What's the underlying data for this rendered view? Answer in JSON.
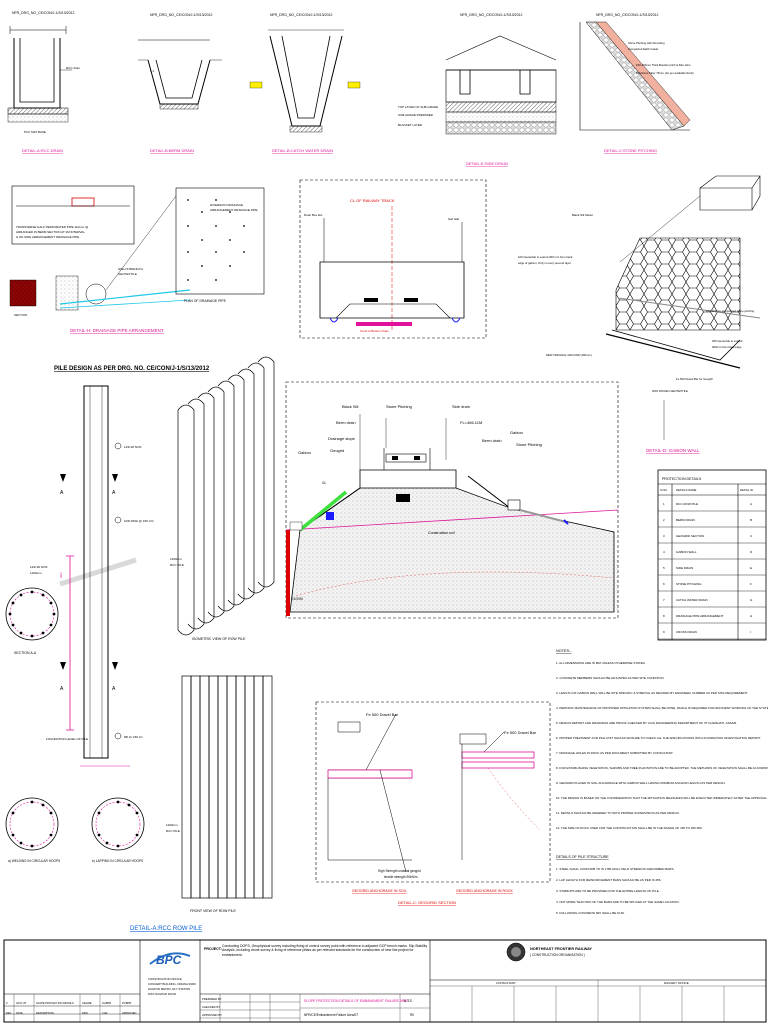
{
  "drawing": {
    "titles": {
      "rcc_drain": "DETAIL-A:RCC DRAIN",
      "catch_water_drain": "DETAIL-B:CATCH WATER DRAIN",
      "stone_pitching": "DETAIL-C:STONE PITCHING",
      "drainage_pipe": "DETAIL-H: DRAINAGE PIPE ARRANGEMENT",
      "gabion_wall": "DETAIL-D: GABION WALL",
      "row_pile": "DETAIL-A:RCC ROW PILE",
      "geogrid": "DETAIL-C: GEOGRID SECTION"
    },
    "pile_design_heading": "PILE DESIGN AS PER DRG. NO. CE/CON/J-1/S/13/2012",
    "track_label": "CL OF RAILWAY TRACK",
    "plan_drainage_pipe": "PLAN OF DRAINAGE PIPE",
    "isometric_label": "ISOMETRIC VIEW OF ROW PILE",
    "front_view_label": "FRONT VIEW OF ROW PILE",
    "section_aa": "SECTION A-A",
    "welding_label": "a) WELDING IN CIRCULAR HOOPS",
    "lapping_label": "b) LAPPING IN CIRCULAR HOOPS",
    "foundation_level": "FOUNDATION LEVEL OF PILE",
    "section_letters": {
      "a": "A"
    },
    "pile_labels": {
      "dia": "1200mm",
      "rcc": "RCC PILE",
      "bars": "12Φ-20 NOS",
      "stirrups": "10Φ RING @ 150 C/C",
      "hoops": "8Φ 2L 150 c/c"
    },
    "embankment_labels": {
      "black_silt": "Black Silt",
      "stone_pitching_top": "Stone Pitching",
      "side_drain": "Side drain",
      "berm_drain_left": "Berm drain",
      "drainage_slope": "Drainage slope",
      "geogrid": "Geogrid",
      "fl": "FL=466.11M",
      "berm_drain_right": "Berm drain",
      "gabion_right": "Gabion",
      "stone_pitching_right": "Stone Pitching",
      "gabion_left": "Gabion",
      "gl": "GL",
      "embankment_soil": "Construction soil",
      "depth": "15.00M"
    },
    "geogrid_labels": {
      "dowel_left": "Fe 500 Dowel Bar",
      "dowel_right": "Fe 500 Dowel Bar",
      "high_strength": "High Strength uniaxial geogrid",
      "tensile": "tensile strength 90kN/m",
      "anchor_soil": "GEOGRID ANCHORAGE IN SOIL",
      "anchor_rock": "GEOGRID ANCHORAGE IN ROCK"
    },
    "gabion_labels": {
      "black_silt": "Black Silt Metal",
      "geotextile_left": "100 Geotextile to extend 300 mm from back edge of gabion",
      "compacted_stone": "100-200mm Compacted stone pitching",
      "geotextile_right": "300 Geotextile to extend 300mm from back edge",
      "ground_level": "NEW ORIGINAL GROUND (300mm)",
      "pipe": "Fe 500 Dowel Bar for GeogW",
      "coping": "NON WOVEN GEOTEXTILE"
    },
    "stone_pitching_labels": {
      "l1": "Stone Pitching with Rounding",
      "l2": "Compacted Earth Grade",
      "l3": "150-200mm Thick Boulder pitch & filter slice",
      "l4": "Polythene Filter 75mm (As per available Rock)"
    }
  },
  "protection_table": {
    "title": "PROTECTION DETAILS",
    "headers": [
      "S.NO.",
      "DETAILS NAME",
      "DETAIL ID"
    ],
    "rows": [
      [
        "1",
        "RCC ROW PILE",
        "A"
      ],
      [
        "2",
        "BERM DRAIN",
        "B"
      ],
      [
        "3",
        "GEOGRID SECTION",
        "C"
      ],
      [
        "4",
        "GABION WALL",
        "D"
      ],
      [
        "5",
        "SIDE DRAIN",
        "E"
      ],
      [
        "6",
        "STONE PITCHING",
        "F"
      ],
      [
        "7",
        "CATCH WATER DRAIN",
        "G"
      ],
      [
        "8",
        "DRAINAGE PIPE ARRANGEMENT",
        "H"
      ],
      [
        "9",
        "CROSS DRAIN",
        "I"
      ]
    ]
  },
  "notes": {
    "title": "NOTES:-",
    "items": [
      "1.  ALL DIMENSIONS ARE IN MM UNLESS OTHERWISE STATED.",
      "2.  CONCRETE MEMBERS SHOULD BE ADJUSTED AS PER SITE CONDITION.",
      "3.  LENGTH OF GABION WALL WILL BE SITE SPECIFIC & STRETCH AS DECIDED BY ENGINEER, NUMBER AS PER SITE REQUIREMENT",
      "4.  PERIODIC MAINTENANCE OF PROPOSED MITIGATION SYSTEM SHALL BE DONE, WHICH IS REQUIRED FOR EFFICIENT WORKING OF THE SYSTEM",
      "5.  DESIGN REPORT AND DRAWINGS ARE PROOF CHECKED BY CIVIL ENGINEERING DEPARTMENT OF IIT GUWAHATI, ASSAM.",
      "6.  PROPER TREATMENT FOR PILE UNIT SHOULD ENSURE TO CHECK ALL THE SPECIFICATIONS WITH FOUNDATION INVESTIGATION REPORT.",
      "7.  DRAINAGE HOLES IN ROCK AS PER DOCUMENT SUBMITTED BY CONSULTANT.",
      "8.  FOR ESTABLISHING VEGETATION, SHRUBS AND TREE PLANTATION ARE TO BE ADOPTED. THE METHODS OF VEGETATION SHALL BE ACCORDING TO SITE CONDITIONS.",
      "9.  GEOGRID PLACED IN SOIL ANCHORAGE WITH GABION WALL HAVING MINIMUM ANCHOR LENGTH AS PER DESIGN.",
      "10. THE DESIGN IS BASED ON THE CONSIDERATION THAT THE MITIGATION MEASURES WILL BE EXECUTED IMMEDIATELY AFTER THE APPROVAL.",
      "11. DETAILS SHOULD BE ADHERED TO WITH PROPER SUPERVISION AS PER DESIGN.",
      "12. THE SIZE OF ROCK USED FOR THE CONSTRUCTION SHALL BE IN THE RANGE OF 150 TO 250 MM."
    ],
    "pile_structure_title": "DETAILS OF PILE STRUCTURE",
    "pile_items": [
      "1.  STEEL SHALL CONFORM TO IS 1786 HIGH YIELD STRENGTH DEFORMED BARS.",
      "2.  LAP LENGTH FOR REINFORCEMENT BARS SHOULD BE AS PER IS 456.",
      "3.  STIRRUPS ARE TO BE PROVIDED FOR THE ENTIRE LENGTH OF PILE.",
      "4.  NOT MORE THAN 50% OF THE BARS ARE TO BE SPLICED AT THE SAME LOCATION.",
      "5.  FOLLOWING CONCRETE MIX SHALL BE M-30."
    ]
  },
  "title_block": {
    "org_logo": "BPC",
    "org_lines": [
      "CONSTRUCTION OFFICE",
      "CONCERT BUILDING, ORIANA PARK",
      "NAGPUR METRO, RLY STATION",
      "DIST-NAGPUR ROAD"
    ],
    "client": "NORTHEAST FRONTIER RAILWAY",
    "client_sub": "( CONSTRUCTION ORGANISATION )",
    "project_label": "PROJECT:",
    "project_text": "Conducting DGPS, Geophysical survey including fixing of control survey point with reference to adjacent GCP bench marks. Slip Stability Analysis, including drone survey & fixing of reference pillars as per relevant standards for the construction of new line project for embankment.",
    "drawing_title": "SLOPE PROTECTION DETAILS OF EMBANKMENT FAILURE AREA",
    "drawing_no": "NFR/CE/Embankment Failure Area/07",
    "scale": "N.T.S.",
    "revision": "R0",
    "prepared": "PREPARED BY",
    "checked": "CHECKED BY",
    "approved": "APPROVED BY",
    "rev_table": [
      [
        "0",
        "04.07.25",
        "SLOPE PROTECTION DETAILS",
        "CE/ARE",
        "SL/BPR",
        "PL/BPR"
      ],
      [
        "REV",
        "DATE",
        "DESCRIPTION",
        "DRN",
        "CHK",
        "APPROVED"
      ]
    ]
  }
}
